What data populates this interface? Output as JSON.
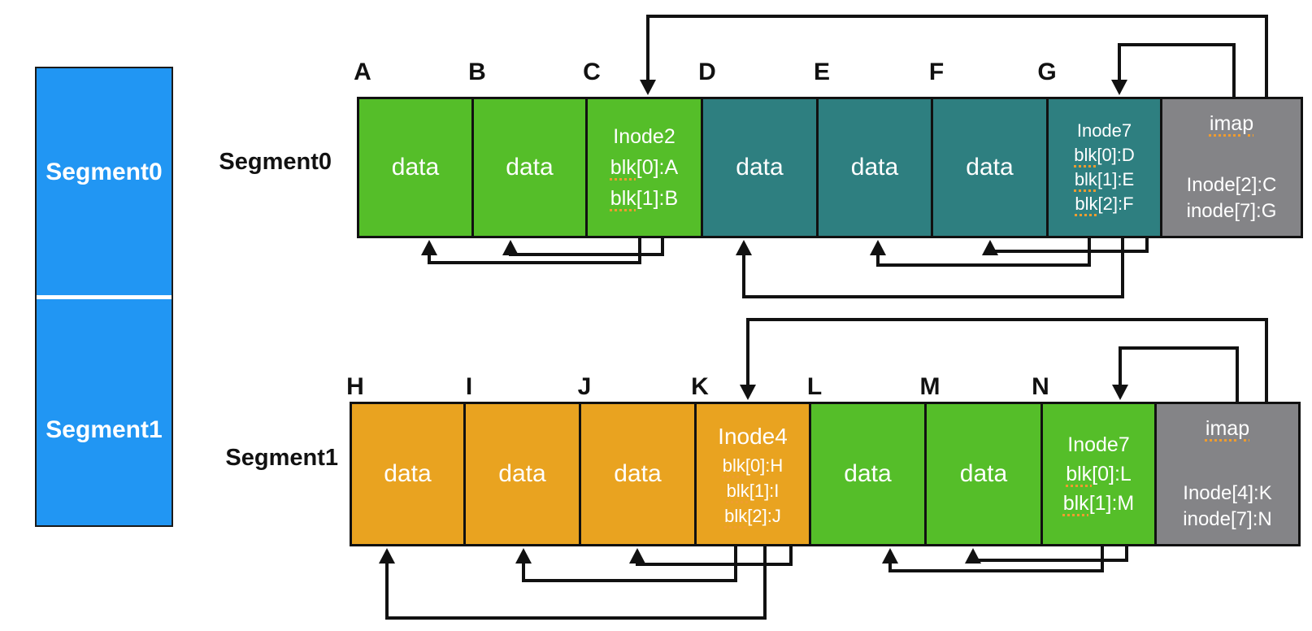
{
  "disk": {
    "segments": [
      {
        "label": "Segment0"
      },
      {
        "label": "Segment1"
      }
    ]
  },
  "segment0": {
    "row_label": "Segment0",
    "letters": [
      "A",
      "B",
      "C",
      "D",
      "E",
      "F",
      "G"
    ],
    "blocks": [
      {
        "kind": "data",
        "text": "data"
      },
      {
        "kind": "data",
        "text": "data"
      },
      {
        "kind": "inode",
        "title": "Inode2",
        "lines": [
          {
            "blk": "blk",
            "rest": "[0]:A"
          },
          {
            "blk": "blk",
            "rest": "[1]:B"
          }
        ]
      },
      {
        "kind": "data",
        "text": "data"
      },
      {
        "kind": "data",
        "text": "data"
      },
      {
        "kind": "data",
        "text": "data"
      },
      {
        "kind": "inode",
        "title": "Inode7",
        "lines": [
          {
            "blk": "blk",
            "rest": "[0]:D"
          },
          {
            "blk": "blk",
            "rest": "[1]:E"
          },
          {
            "blk": "blk",
            "rest": "[2]:F"
          }
        ]
      }
    ],
    "imap": {
      "title": "imap",
      "entries": [
        "Inode[2]:C",
        "inode[7]:G"
      ]
    }
  },
  "segment1": {
    "row_label": "Segment1",
    "letters": [
      "H",
      "I",
      "J",
      "K",
      "L",
      "M",
      "N"
    ],
    "blocks": [
      {
        "kind": "data",
        "text": "data"
      },
      {
        "kind": "data",
        "text": "data"
      },
      {
        "kind": "data",
        "text": "data"
      },
      {
        "kind": "inode",
        "title": "Inode4",
        "lines": [
          {
            "blk": "blk",
            "rest": "[0]:H"
          },
          {
            "blk": "blk",
            "rest": "[1]:I"
          },
          {
            "blk": "blk",
            "rest": "[2]:J"
          }
        ]
      },
      {
        "kind": "data",
        "text": "data"
      },
      {
        "kind": "data",
        "text": "data"
      },
      {
        "kind": "inode",
        "title": "Inode7",
        "lines": [
          {
            "blk": "blk",
            "rest": "[0]:L"
          },
          {
            "blk": "blk",
            "rest": "[1]:M"
          }
        ]
      }
    ],
    "imap": {
      "title": "imap",
      "entries": [
        "Inode[4]:K",
        "inode[7]:N"
      ]
    }
  },
  "colors": {
    "segment_blue": "#2196f3",
    "data_green": "#55be29",
    "data_teal": "#2e7f80",
    "data_orange": "#e9a320",
    "imap_gray": "#848487",
    "squiggle_orange": "#ef9c2f",
    "line_black": "#111111"
  }
}
